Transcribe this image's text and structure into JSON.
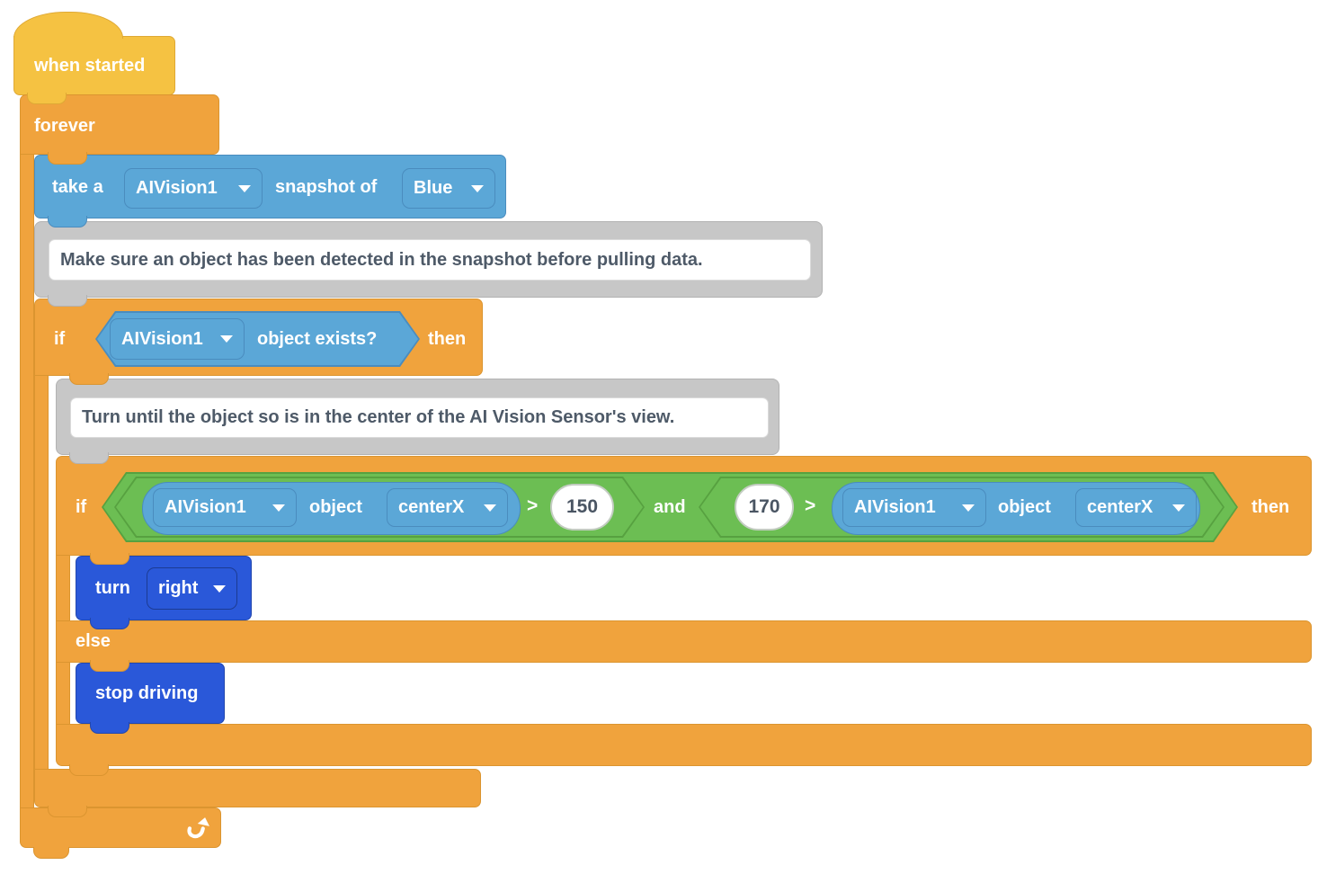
{
  "colors": {
    "event_yellow": "#F5C242",
    "control_orange": "#F0A33D",
    "sensing_blue": "#5BA7D7",
    "operator_green": "#6CBE53",
    "drivetrain_blue": "#2A58D9",
    "comment_gray": "#C7C7C7"
  },
  "blocks": {
    "when_started": {
      "label": "when started"
    },
    "forever": {
      "label": "forever",
      "repeat_icon": "repeat-arrow"
    },
    "take_snapshot": {
      "text_take": "take a",
      "device": "AIVision1",
      "text_snapshot": "snapshot of",
      "color_option": "Blue"
    },
    "comment_detect": {
      "text": "Make sure an object has been detected in the snapshot before pulling data."
    },
    "if_object_exists": {
      "text_if": "if",
      "device": "AIVision1",
      "condition": "object exists?",
      "text_then": "then"
    },
    "comment_turn": {
      "text": "Turn until the object so is in the center of the AI Vision Sensor's view."
    },
    "if_center": {
      "text_if": "if",
      "text_and": "and",
      "text_then": "then",
      "text_else": "else",
      "left": {
        "device": "AIVision1",
        "text_object": "object",
        "property": "centerX",
        "op": ">",
        "value": "150"
      },
      "right": {
        "value": "170",
        "op": ">",
        "device": "AIVision1",
        "text_object": "object",
        "property": "centerX"
      }
    },
    "turn": {
      "label": "turn",
      "direction": "right"
    },
    "stop_driving": {
      "label": "stop driving"
    }
  }
}
